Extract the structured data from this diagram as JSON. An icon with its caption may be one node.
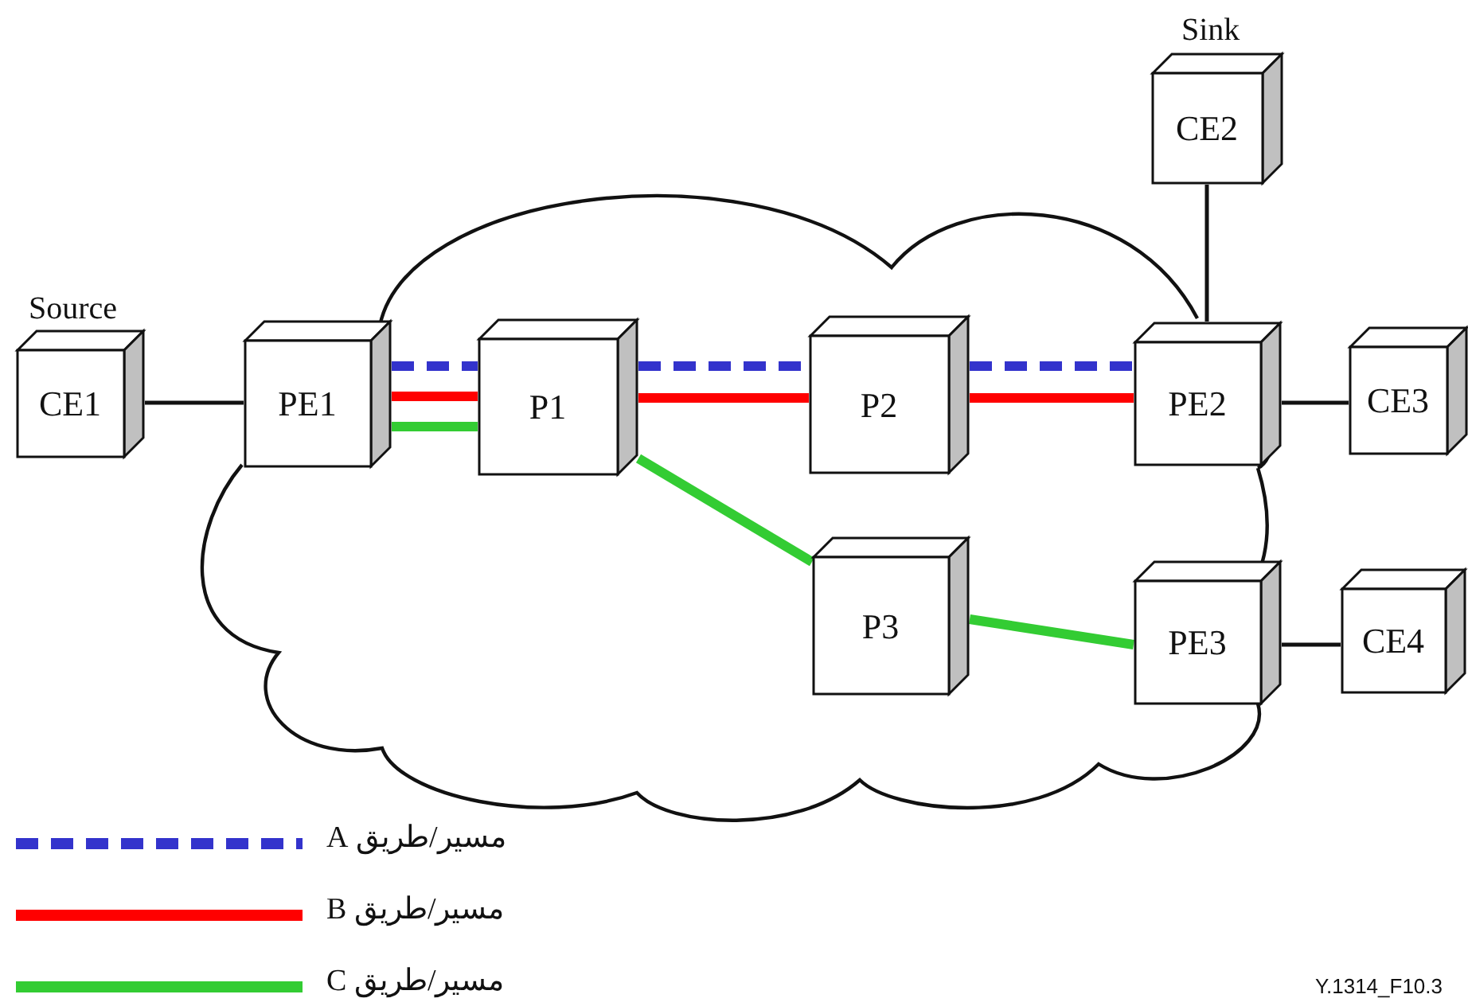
{
  "diagram": {
    "nodes": [
      {
        "text": [
          "CE1"
        ],
        "beside": [
          "Source"
        ]
      },
      {
        "text": [
          "PE1"
        ]
      },
      {
        "text": [
          "P1"
        ]
      },
      {
        "text": [
          "P2"
        ]
      },
      {
        "text": [
          "CE2"
        ],
        "beside": [
          "Sink"
        ]
      },
      {
        "text": [
          "PE2"
        ]
      },
      {
        "text": [
          "CE3"
        ]
      },
      {
        "text": [
          "P3"
        ]
      },
      {
        "text": [
          "PE3"
        ]
      },
      {
        "text": [
          "CE4"
        ]
      }
    ],
    "edges": [
      {
        "from": 0,
        "to": 1,
        "arrow": "none"
      },
      {
        "from": 1,
        "to": 2,
        "arrow": "none",
        "style": "dashed",
        "color": "#3333cc"
      },
      {
        "from": 1,
        "to": 2,
        "arrow": "none",
        "color": "#ff0000"
      },
      {
        "from": 1,
        "to": 2,
        "arrow": "none",
        "color": "#33cc33"
      },
      {
        "from": 2,
        "to": 3,
        "arrow": "none",
        "style": "dashed",
        "color": "#3333cc"
      },
      {
        "from": 2,
        "to": 3,
        "arrow": "none",
        "color": "#ff0000"
      },
      {
        "from": 3,
        "to": 5,
        "arrow": "none",
        "style": "dashed",
        "color": "#3333cc"
      },
      {
        "from": 3,
        "to": 5,
        "arrow": "none",
        "color": "#ff0000"
      },
      {
        "from": 2,
        "to": 7,
        "arrow": "none",
        "color": "#33cc33"
      },
      {
        "from": 7,
        "to": 8,
        "arrow": "none",
        "color": "#33cc33"
      },
      {
        "from": 4,
        "to": 5,
        "arrow": "none"
      },
      {
        "from": 5,
        "to": 6,
        "arrow": "none"
      },
      {
        "from": 8,
        "to": 9,
        "arrow": "none"
      }
    ],
    "labels": [
      "Y.1314_F10.3"
    ],
    "legend": [
      {
        "text": "مسير/طريق A",
        "color": "#3333cc"
      },
      {
        "text": "مسير/طريق B",
        "color": "#ff0000"
      },
      {
        "text": "مسير/طريق C",
        "color": "#33cc33"
      }
    ]
  }
}
